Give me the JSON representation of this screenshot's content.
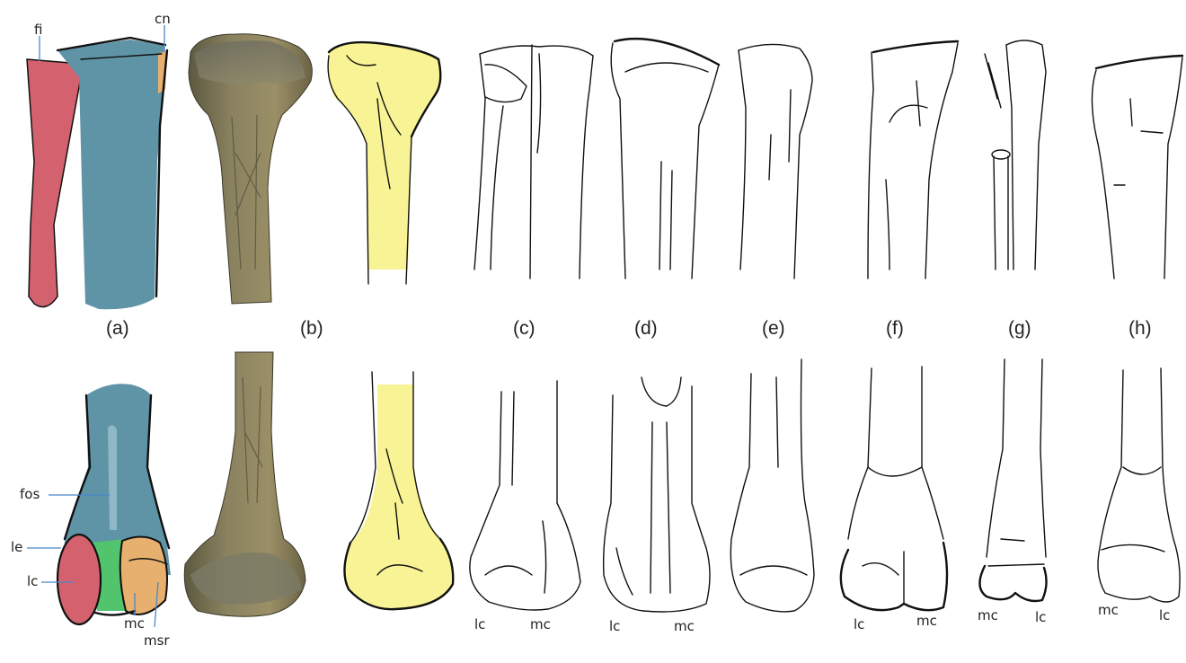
{
  "panels": {
    "a": "(a)",
    "b": "(b)",
    "c": "(c)",
    "d": "(d)",
    "e": "(e)",
    "f": "(f)",
    "g": "(g)",
    "h": "(h)"
  },
  "annotations": {
    "fi": "fi",
    "cn": "cn",
    "fos": "fos",
    "le": "le",
    "lc": "lc",
    "mc": "mc",
    "msr": "msr"
  },
  "sketch_labels": {
    "c_lc": "lc",
    "c_mc": "mc",
    "d_lc": "lc",
    "d_mc": "mc",
    "f_lc": "lc",
    "f_mc": "mc",
    "g_mc": "mc",
    "g_lc": "lc",
    "h_mc": "mc",
    "h_lc": "lc"
  },
  "colors": {
    "fibula": "#d4626e",
    "shaft": "#5f93a6",
    "crest": "#e7b06f",
    "lateral_condyle": "#d4626e",
    "intercondylar": "#52c46e",
    "medial_condyle": "#e7b06f",
    "highlight": "#f8f495",
    "bone_photo": "#7a7250",
    "leader": "#4a86c8"
  }
}
